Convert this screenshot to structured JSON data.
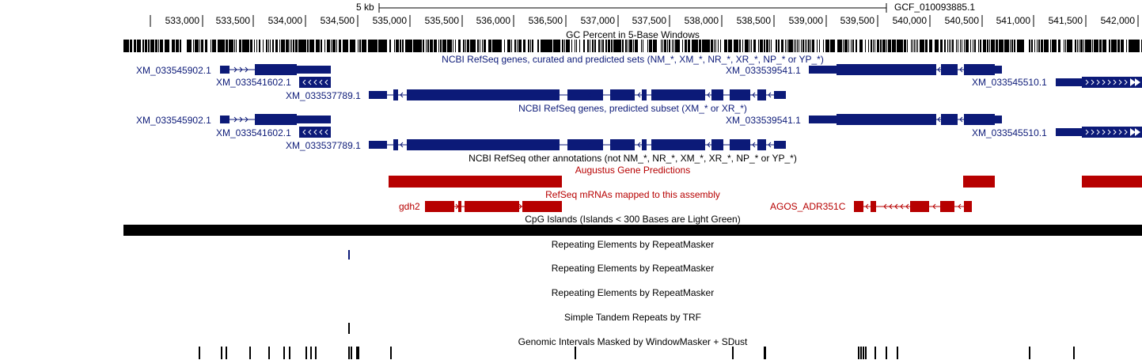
{
  "ruler": {
    "scale_label": "5 kb",
    "assembly": "GCF_010093885.1",
    "ticks": [
      "533,000",
      "533,500",
      "534,000",
      "534,500",
      "535,000",
      "535,500",
      "536,000",
      "536,500",
      "537,000",
      "537,500",
      "538,000",
      "538,500",
      "539,000",
      "539,500",
      "540,000",
      "540,500",
      "541,000",
      "541,500",
      "542,000"
    ]
  },
  "tracks": {
    "gc_percent": "GC Percent in 5-Base Windows",
    "refseq_all": "NCBI RefSeq genes, curated and predicted sets (NM_*, XM_*, NR_*, XR_*, NP_* or YP_*)",
    "refseq_predicted": "NCBI RefSeq genes, predicted subset (XM_* or XR_*)",
    "refseq_other": "NCBI RefSeq other annotations (not NM_*, NR_*, XM_*, XR_*, NP_* or YP_*)",
    "augustus": "Augustus Gene Predictions",
    "refseq_mrna": "RefSeq mRNAs mapped to this assembly",
    "cpg": "CpG Islands (Islands < 300 Bases are Light Green)",
    "repeatmasker_1": "Repeating Elements by RepeatMasker",
    "repeatmasker_2": "Repeating Elements by RepeatMasker",
    "repeatmasker_3": "Repeating Elements by RepeatMasker",
    "trf": "Simple Tandem Repeats by TRF",
    "windowmasker": "Genomic Intervals Masked by WindowMasker + SDust"
  },
  "genes_all": {
    "g1": "XM_033545902.1",
    "g2": "XM_033541602.1",
    "g3": "XM_033537789.1",
    "g4": "XM_033539541.1",
    "g5": "XM_033545510.1"
  },
  "genes_predicted": {
    "g1": "XM_033545902.1",
    "g2": "XM_033541602.1",
    "g3": "XM_033537789.1",
    "g4": "XM_033539541.1",
    "g5": "XM_033545510.1"
  },
  "mrna": {
    "m1": "gdh2",
    "m2": "AGOS_ADR351C"
  },
  "colors": {
    "navy": "#0c1a78",
    "red": "#b70000",
    "black": "#000000"
  }
}
